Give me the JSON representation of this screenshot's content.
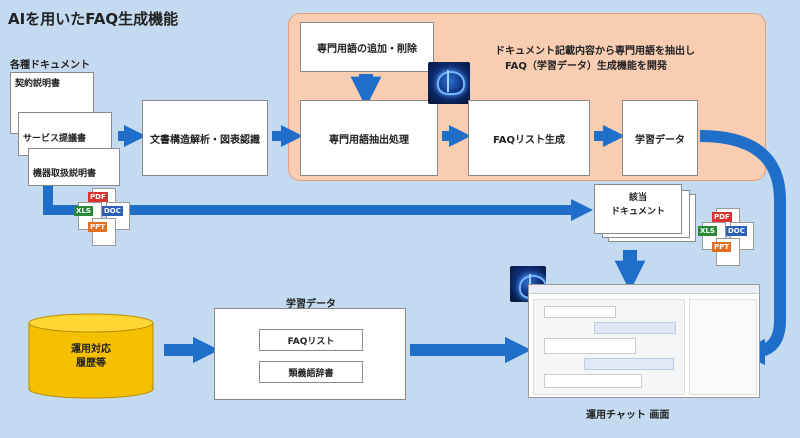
{
  "title": "AIを用いたFAQ生成機能",
  "sources": {
    "label": "各種ドキュメント",
    "docs": [
      "契約説明書",
      "サービス提議書",
      "機器取扱説明書"
    ]
  },
  "steps": {
    "analysis": "文書構造解析・図表認識",
    "term_edit": "専門用語の追加・削除",
    "extract": "専門用語抽出処理",
    "faq_gen": "FAQリスト生成",
    "learning": "学習データ"
  },
  "note": [
    "ドキュメント記載内容から専門用語を抽出し",
    "FAQ（学習データ）生成機能を開発"
  ],
  "target_docs": [
    "該当",
    "ドキュメント"
  ],
  "file_types": [
    "PDF",
    "XLS",
    "DOC",
    "PPT"
  ],
  "history": [
    "運用対応",
    "履歴等"
  ],
  "learning_bottom": {
    "title": "学習データ",
    "items": [
      "FAQリスト",
      "類義語辞書"
    ]
  },
  "chat_caption": "運用チャット 画面",
  "colors": {
    "arrow": "#1f6ec9",
    "orange_bg": "#f8cdb2",
    "cylinder": "#f5c000",
    "background": "#c3daf0"
  }
}
